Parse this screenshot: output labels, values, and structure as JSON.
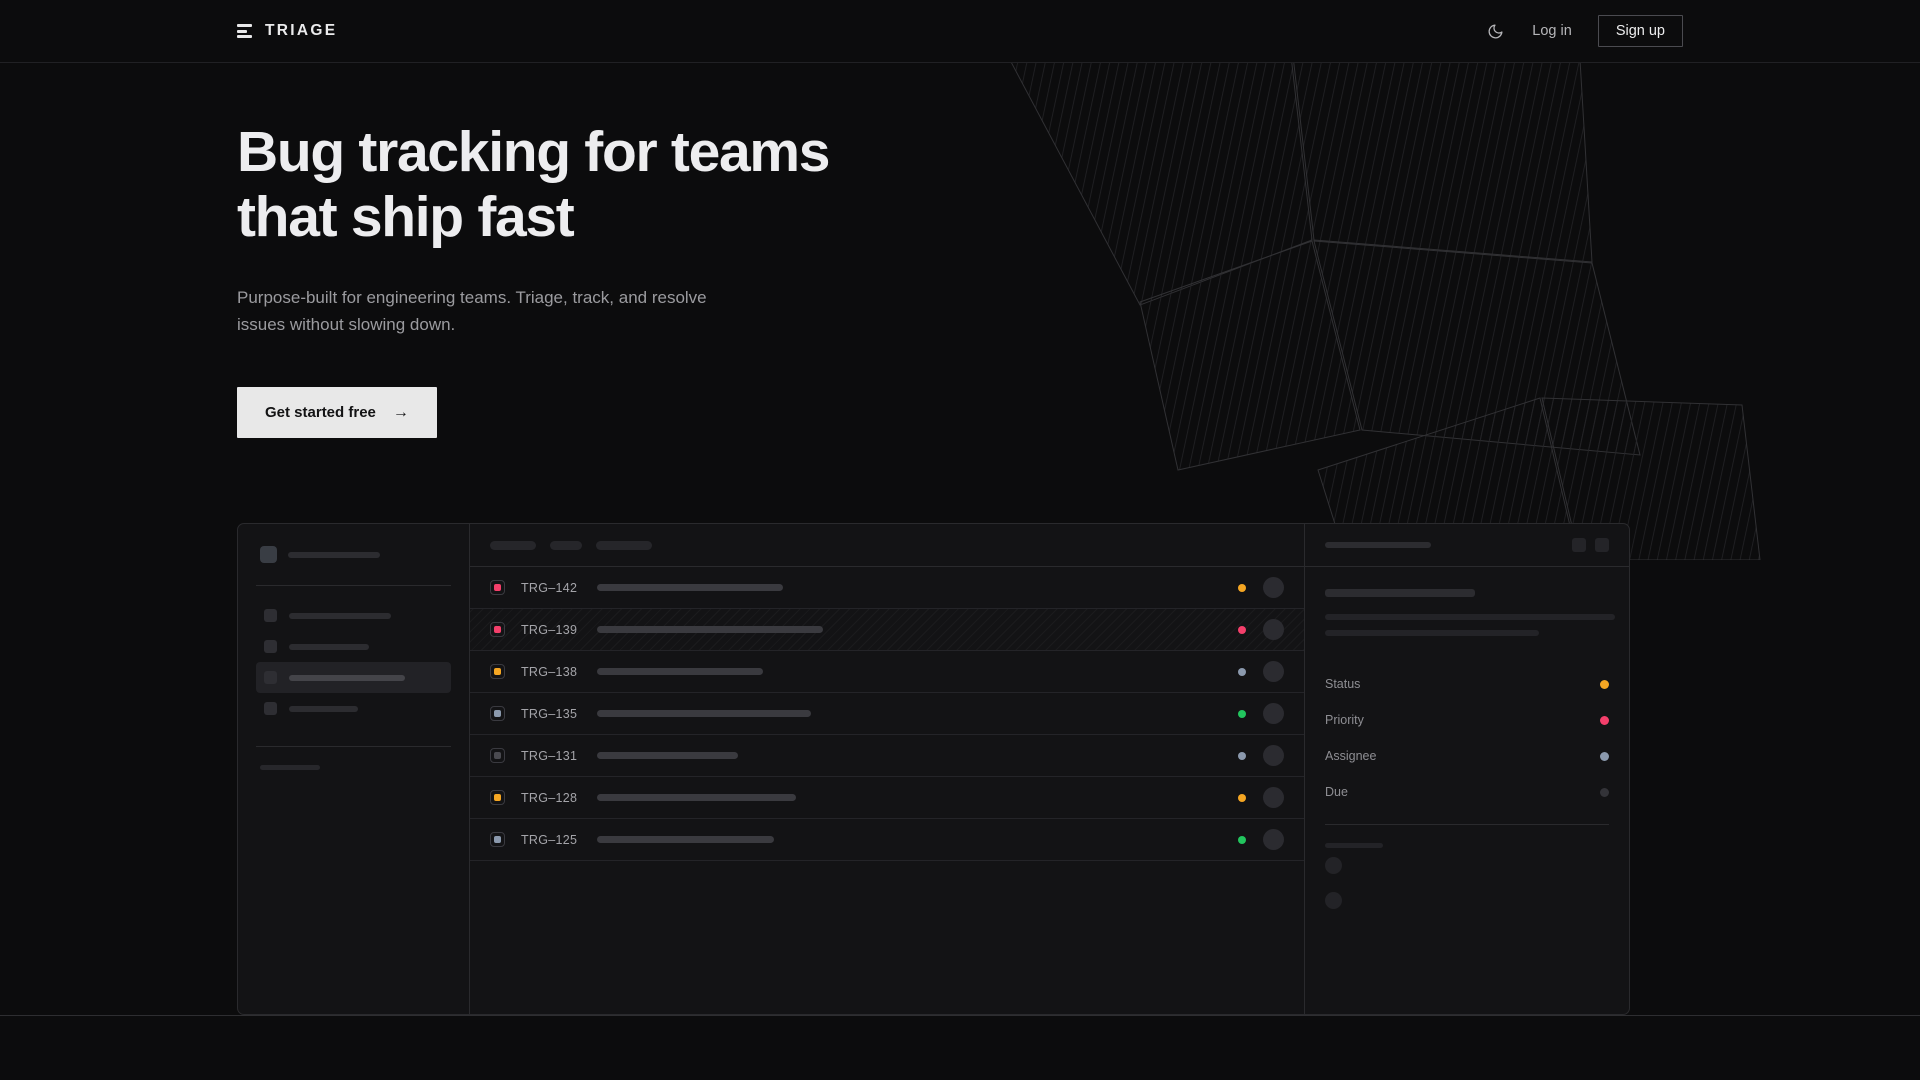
{
  "brand": {
    "name": "TRIAGE",
    "mark_icon": "stacked-bars-icon"
  },
  "nav": {
    "theme_toggle_icon": "moon-icon",
    "login_label": "Log in",
    "signup_label": "Sign up"
  },
  "hero": {
    "headline_line1": "Bug tracking for teams",
    "headline_line2": "that ship fast",
    "subtitle": "Purpose-built for engineering teams. Triage, track, and resolve issues without slowing down.",
    "cta_label": "Get started free",
    "cta_arrow": "→"
  },
  "colors": {
    "page_bg": "#0c0c0d",
    "surface": "#131315",
    "border": "#2a2a2d",
    "text_primary": "#ededef",
    "text_muted": "#9b9b9f",
    "cta_bg": "#e8e8e8",
    "priority_high": "#f43f6b",
    "priority_medium": "#f5a623",
    "priority_low": "#8b99ad",
    "priority_none": "#4a4a50",
    "status_open": "#f5a623",
    "status_urgent": "#f43f6b",
    "status_done": "#22c55e",
    "status_idle": "#8b99ad"
  },
  "mockup": {
    "sidebar": {
      "workspace_label_width": 92,
      "nav_items": [
        {
          "name": "nav-item-1",
          "label_width": 102,
          "active": false
        },
        {
          "name": "nav-item-2",
          "label_width": 80,
          "active": false
        },
        {
          "name": "nav-item-3",
          "label_width": 116,
          "active": true
        },
        {
          "name": "nav-item-4",
          "label_width": 69,
          "active": false
        }
      ],
      "section_label_width": 60,
      "mini_items": 3
    },
    "toolbar": {
      "pills": [
        46,
        32,
        56
      ]
    },
    "issues": [
      {
        "id": "TRG–142",
        "priority_color": "#f43f6b",
        "title_width": 186,
        "status_color": "#f5a623",
        "selected": false
      },
      {
        "id": "TRG–139",
        "priority_color": "#f43f6b",
        "title_width": 226,
        "status_color": "#f43f6b",
        "selected": true
      },
      {
        "id": "TRG–138",
        "priority_color": "#f5a623",
        "title_width": 166,
        "status_color": "#8b99ad",
        "selected": false
      },
      {
        "id": "TRG–135",
        "priority_color": "#8b99ad",
        "title_width": 214,
        "status_color": "#22c55e",
        "selected": false
      },
      {
        "id": "TRG–131",
        "priority_color": "#4a4a50",
        "title_width": 141,
        "status_color": "#8b99ad",
        "selected": false
      },
      {
        "id": "TRG–128",
        "priority_color": "#f5a623",
        "title_width": 199,
        "status_color": "#f5a623",
        "selected": false
      },
      {
        "id": "TRG–125",
        "priority_color": "#8b99ad",
        "title_width": 177,
        "status_color": "#22c55e",
        "selected": false
      }
    ],
    "detail": {
      "header_title_width": 106,
      "action_buttons": [
        "detail-action-1",
        "detail-action-2"
      ],
      "title_width": 150,
      "desc_line_widths": [
        290,
        214
      ],
      "meta": [
        {
          "label": "Status",
          "dot_color": "#f5a623"
        },
        {
          "label": "Priority",
          "dot_color": "#f43f6b"
        },
        {
          "label": "Assignee",
          "dot_color": "#8b99ad"
        },
        {
          "label": "Due",
          "dot_color": "#333338"
        }
      ],
      "comment_label_width": 58,
      "comments": 2
    }
  }
}
